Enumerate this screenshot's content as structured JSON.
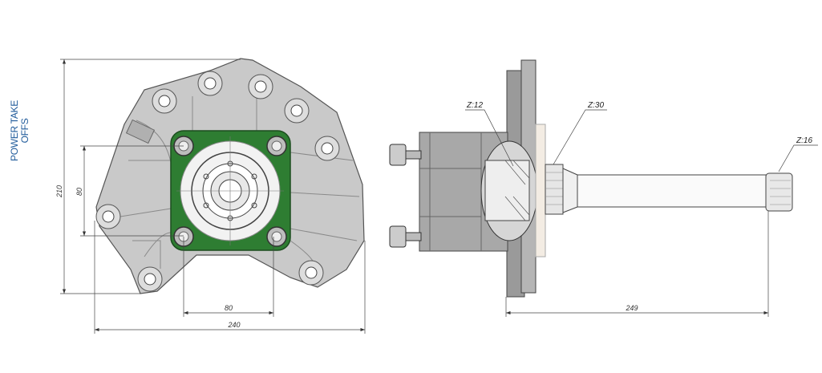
{
  "title": {
    "line1": "POWER TAKE",
    "line2": "OFFS"
  },
  "colors": {
    "title": "#1f5a9a",
    "flange": "#2e7d32",
    "body": "#c9c9c9"
  },
  "front_view": {
    "dimensions": {
      "height": "210",
      "bolt_spacing_vertical": "80",
      "bolt_spacing_horizontal": "80",
      "width": "240"
    }
  },
  "side_view": {
    "dimensions": {
      "length": "249"
    },
    "callouts": {
      "inner_gear": "Z:12",
      "spline": "Z:30",
      "shaft_end": "Z:16"
    }
  }
}
